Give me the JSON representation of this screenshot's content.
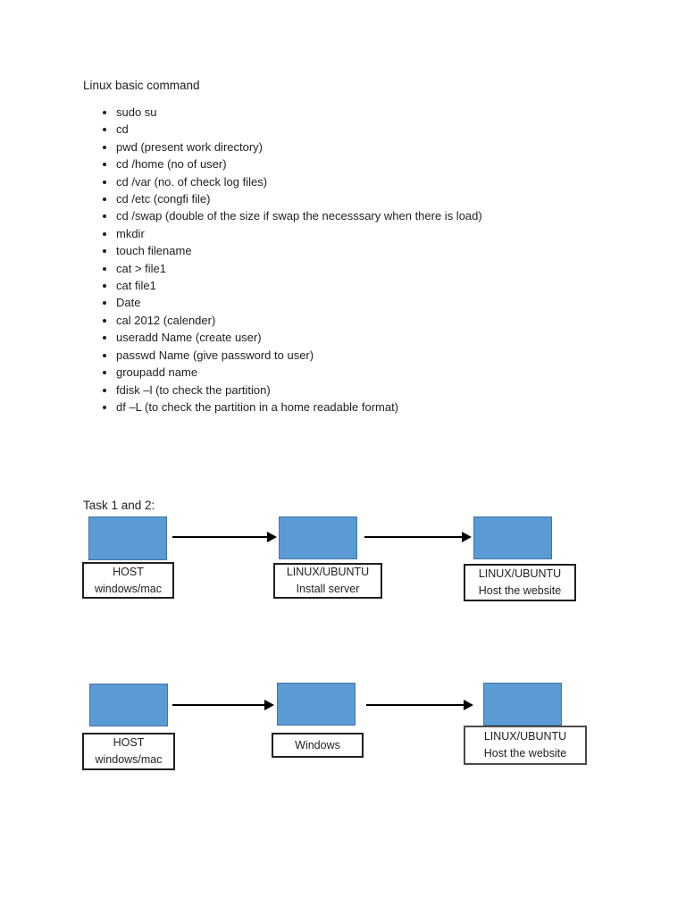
{
  "doc": {
    "heading": "Linux basic command",
    "commands": [
      "sudo su",
      "cd",
      "pwd (present work directory)",
      "cd /home (no of user)",
      "cd /var (no. of check log files)",
      "cd /etc (congfi file)",
      "cd /swap (double of the size if swap the necesssary when there is load)",
      "mkdir",
      "touch filename",
      "cat > file1",
      "cat file1",
      "Date",
      "cal 2012 (calender)",
      "useradd Name (create user)",
      "passwd Name (give password to user)",
      "groupadd name",
      "fdisk –l (to check the partition)",
      "df –L (to check the partition in a home readable format)"
    ],
    "task_heading": "Task 1 and 2:"
  },
  "diagram": {
    "colors": {
      "node_fill": "#5b9bd5",
      "node_border": "#4175a6",
      "arrow": "#000000",
      "label_border": "#1f1f1f"
    },
    "rows": [
      {
        "nodes": [
          {
            "label_lines": [
              "HOST",
              "windows/mac"
            ]
          },
          {
            "label_lines": [
              "LINUX/UBUNTU",
              "Install server"
            ]
          },
          {
            "label_lines": [
              "LINUX/UBUNTU",
              "Host the website"
            ]
          }
        ]
      },
      {
        "nodes": [
          {
            "label_lines": [
              "HOST",
              "windows/mac"
            ]
          },
          {
            "label_lines": [
              "Windows"
            ]
          },
          {
            "label_lines": [
              "LINUX/UBUNTU",
              "Host the website"
            ]
          }
        ]
      }
    ]
  }
}
